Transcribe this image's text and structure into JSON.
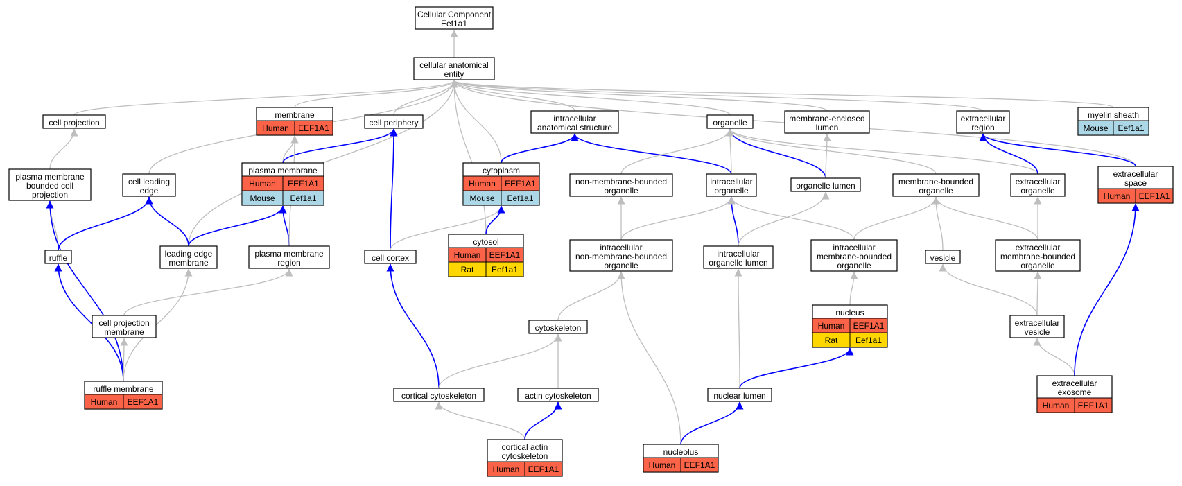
{
  "colors": {
    "human": "#fa6347",
    "mouse": "#acd7e6",
    "rat": "#ffd700",
    "is_a_edge": "#bebebe",
    "part_of_edge": "#0000ff",
    "node_border": "#000000"
  },
  "nodes": [
    {
      "id": "cc",
      "lines": [
        "Cellular Component",
        "Eef1a1"
      ],
      "rows": []
    },
    {
      "id": "cae",
      "lines": [
        "cellular anatomical",
        "entity"
      ],
      "rows": []
    },
    {
      "id": "cellproj",
      "lines": [
        "cell projection"
      ],
      "rows": []
    },
    {
      "id": "membrane",
      "lines": [
        "membrane"
      ],
      "rows": [
        {
          "species": "Human",
          "gene": "EEF1A1"
        }
      ]
    },
    {
      "id": "periphery",
      "lines": [
        "cell periphery"
      ],
      "rows": []
    },
    {
      "id": "ias",
      "lines": [
        "intracellular",
        "anatomical structure"
      ],
      "rows": []
    },
    {
      "id": "organelle",
      "lines": [
        "organelle"
      ],
      "rows": []
    },
    {
      "id": "melumen",
      "lines": [
        "membrane-enclosed",
        "lumen"
      ],
      "rows": []
    },
    {
      "id": "extreg",
      "lines": [
        "extracellular",
        "region"
      ],
      "rows": []
    },
    {
      "id": "myelin",
      "lines": [
        "myelin sheath"
      ],
      "rows": [
        {
          "species": "Mouse",
          "gene": "Eef1a1"
        }
      ]
    },
    {
      "id": "pmbcp",
      "lines": [
        "plasma membrane",
        "bounded cell",
        "projection"
      ],
      "rows": []
    },
    {
      "id": "cle",
      "lines": [
        "cell leading",
        "edge"
      ],
      "rows": []
    },
    {
      "id": "pm",
      "lines": [
        "plasma membrane"
      ],
      "rows": [
        {
          "species": "Human",
          "gene": "EEF1A1"
        },
        {
          "species": "Mouse",
          "gene": "Eef1a1"
        }
      ]
    },
    {
      "id": "cytoplasm",
      "lines": [
        "cytoplasm"
      ],
      "rows": [
        {
          "species": "Human",
          "gene": "EEF1A1"
        },
        {
          "species": "Mouse",
          "gene": "Eef1a1"
        }
      ]
    },
    {
      "id": "nmbo",
      "lines": [
        "non-membrane-bounded",
        "organelle"
      ],
      "rows": []
    },
    {
      "id": "io",
      "lines": [
        "intracellular",
        "organelle"
      ],
      "rows": []
    },
    {
      "id": "olumen",
      "lines": [
        "organelle lumen"
      ],
      "rows": []
    },
    {
      "id": "mbo",
      "lines": [
        "membrane-bounded",
        "organelle"
      ],
      "rows": []
    },
    {
      "id": "eo",
      "lines": [
        "extracellular",
        "organelle"
      ],
      "rows": []
    },
    {
      "id": "es",
      "lines": [
        "extracellular",
        "space"
      ],
      "rows": [
        {
          "species": "Human",
          "gene": "EEF1A1"
        }
      ]
    },
    {
      "id": "ruffle",
      "lines": [
        "ruffle"
      ],
      "rows": []
    },
    {
      "id": "lem",
      "lines": [
        "leading edge",
        "membrane"
      ],
      "rows": []
    },
    {
      "id": "pmr",
      "lines": [
        "plasma membrane",
        "region"
      ],
      "rows": []
    },
    {
      "id": "cortex",
      "lines": [
        "cell cortex"
      ],
      "rows": []
    },
    {
      "id": "cytosol",
      "lines": [
        "cytosol"
      ],
      "rows": [
        {
          "species": "Human",
          "gene": "EEF1A1"
        },
        {
          "species": "Rat",
          "gene": "Eef1a1"
        }
      ]
    },
    {
      "id": "inmbo",
      "lines": [
        "intracellular",
        "non-membrane-bounded",
        "organelle"
      ],
      "rows": []
    },
    {
      "id": "iol",
      "lines": [
        "intracellular",
        "organelle lumen"
      ],
      "rows": []
    },
    {
      "id": "imbo",
      "lines": [
        "intracellular",
        "membrane-bounded",
        "organelle"
      ],
      "rows": []
    },
    {
      "id": "vesicle",
      "lines": [
        "vesicle"
      ],
      "rows": []
    },
    {
      "id": "embo",
      "lines": [
        "extracellular",
        "membrane-bounded",
        "organelle"
      ],
      "rows": []
    },
    {
      "id": "cpm",
      "lines": [
        "cell projection",
        "membrane"
      ],
      "rows": []
    },
    {
      "id": "cytoskeleton",
      "lines": [
        "cytoskeleton"
      ],
      "rows": []
    },
    {
      "id": "nucleus",
      "lines": [
        "nucleus"
      ],
      "rows": [
        {
          "species": "Human",
          "gene": "EEF1A1"
        },
        {
          "species": "Rat",
          "gene": "Eef1a1"
        }
      ]
    },
    {
      "id": "ev",
      "lines": [
        "extracellular",
        "vesicle"
      ],
      "rows": []
    },
    {
      "id": "rm",
      "lines": [
        "ruffle membrane"
      ],
      "rows": [
        {
          "species": "Human",
          "gene": "EEF1A1"
        }
      ]
    },
    {
      "id": "cortcyto",
      "lines": [
        "cortical cytoskeleton"
      ],
      "rows": []
    },
    {
      "id": "actin",
      "lines": [
        "actin cytoskeleton"
      ],
      "rows": []
    },
    {
      "id": "nlumen",
      "lines": [
        "nuclear lumen"
      ],
      "rows": []
    },
    {
      "id": "exosome",
      "lines": [
        "extracellular",
        "exosome"
      ],
      "rows": [
        {
          "species": "Human",
          "gene": "EEF1A1"
        }
      ]
    },
    {
      "id": "cac",
      "lines": [
        "cortical actin",
        "cytoskeleton"
      ],
      "rows": [
        {
          "species": "Human",
          "gene": "EEF1A1"
        }
      ]
    },
    {
      "id": "nucleolus",
      "lines": [
        "nucleolus"
      ],
      "rows": [
        {
          "species": "Human",
          "gene": "EEF1A1"
        }
      ]
    }
  ],
  "edges": [
    {
      "type": "is_a",
      "from": "cae",
      "to": "cc"
    },
    {
      "type": "is_a",
      "from": "cellproj",
      "to": "cae"
    },
    {
      "type": "is_a",
      "from": "membrane",
      "to": "cae"
    },
    {
      "type": "is_a",
      "from": "periphery",
      "to": "cae"
    },
    {
      "type": "is_a",
      "from": "ias",
      "to": "cae"
    },
    {
      "type": "is_a",
      "from": "organelle",
      "to": "cae"
    },
    {
      "type": "is_a",
      "from": "melumen",
      "to": "cae"
    },
    {
      "type": "is_a",
      "from": "extreg",
      "to": "cae"
    },
    {
      "type": "is_a",
      "from": "myelin",
      "to": "cae"
    },
    {
      "type": "is_a",
      "from": "cle",
      "to": "cae"
    },
    {
      "type": "is_a",
      "from": "lem",
      "to": "cae"
    },
    {
      "type": "is_a",
      "from": "cytoplasm",
      "to": "cae"
    },
    {
      "type": "is_a",
      "from": "cytosol",
      "to": "cae"
    },
    {
      "type": "is_a",
      "from": "es",
      "to": "cae"
    },
    {
      "type": "is_a",
      "from": "pmbcp",
      "to": "cellproj"
    },
    {
      "type": "is_a",
      "from": "pm",
      "to": "membrane"
    },
    {
      "type": "part_of",
      "from": "pm",
      "to": "periphery"
    },
    {
      "type": "part_of",
      "from": "cortex",
      "to": "periphery"
    },
    {
      "type": "part_of",
      "from": "cytoplasm",
      "to": "ias"
    },
    {
      "type": "part_of",
      "from": "io",
      "to": "ias"
    },
    {
      "type": "is_a",
      "from": "nmbo",
      "to": "organelle"
    },
    {
      "type": "is_a",
      "from": "io",
      "to": "organelle"
    },
    {
      "type": "part_of",
      "from": "olumen",
      "to": "organelle"
    },
    {
      "type": "is_a",
      "from": "mbo",
      "to": "organelle"
    },
    {
      "type": "is_a",
      "from": "eo",
      "to": "organelle"
    },
    {
      "type": "is_a",
      "from": "olumen",
      "to": "melumen"
    },
    {
      "type": "part_of",
      "from": "eo",
      "to": "extreg"
    },
    {
      "type": "part_of",
      "from": "es",
      "to": "extreg"
    },
    {
      "type": "is_a",
      "from": "ruffle",
      "to": "pmbcp"
    },
    {
      "type": "part_of",
      "from": "rm",
      "to": "pmbcp"
    },
    {
      "type": "part_of",
      "from": "ruffle",
      "to": "cle"
    },
    {
      "type": "part_of",
      "from": "lem",
      "to": "cle"
    },
    {
      "type": "part_of",
      "from": "lem",
      "to": "pm"
    },
    {
      "type": "part_of",
      "from": "pmr",
      "to": "pm"
    },
    {
      "type": "is_a",
      "from": "pmr",
      "to": "membrane"
    },
    {
      "type": "is_a",
      "from": "cortex",
      "to": "cytoplasm"
    },
    {
      "type": "part_of",
      "from": "cytosol",
      "to": "cytoplasm"
    },
    {
      "type": "is_a",
      "from": "inmbo",
      "to": "nmbo"
    },
    {
      "type": "is_a",
      "from": "inmbo",
      "to": "io"
    },
    {
      "type": "part_of",
      "from": "iol",
      "to": "io"
    },
    {
      "type": "is_a",
      "from": "imbo",
      "to": "io"
    },
    {
      "type": "is_a",
      "from": "iol",
      "to": "olumen"
    },
    {
      "type": "is_a",
      "from": "imbo",
      "to": "mbo"
    },
    {
      "type": "is_a",
      "from": "vesicle",
      "to": "mbo"
    },
    {
      "type": "is_a",
      "from": "embo",
      "to": "mbo"
    },
    {
      "type": "is_a",
      "from": "embo",
      "to": "eo"
    },
    {
      "type": "part_of",
      "from": "rm",
      "to": "ruffle"
    },
    {
      "type": "is_a",
      "from": "rm",
      "to": "cpm"
    },
    {
      "type": "is_a",
      "from": "rm",
      "to": "lem"
    },
    {
      "type": "is_a",
      "from": "cpm",
      "to": "pmr"
    },
    {
      "type": "part_of",
      "from": "cortcyto",
      "to": "cortex"
    },
    {
      "type": "is_a",
      "from": "cytoskeleton",
      "to": "inmbo"
    },
    {
      "type": "is_a",
      "from": "nucleolus",
      "to": "inmbo"
    },
    {
      "type": "is_a",
      "from": "nlumen",
      "to": "iol"
    },
    {
      "type": "is_a",
      "from": "nucleus",
      "to": "imbo"
    },
    {
      "type": "is_a",
      "from": "ev",
      "to": "vesicle"
    },
    {
      "type": "is_a",
      "from": "ev",
      "to": "embo"
    },
    {
      "type": "is_a",
      "from": "cortcyto",
      "to": "cytoskeleton"
    },
    {
      "type": "is_a",
      "from": "actin",
      "to": "cytoskeleton"
    },
    {
      "type": "part_of",
      "from": "nlumen",
      "to": "nucleus"
    },
    {
      "type": "is_a",
      "from": "exosome",
      "to": "ev"
    },
    {
      "type": "part_of",
      "from": "exosome",
      "to": "es"
    },
    {
      "type": "is_a",
      "from": "cac",
      "to": "cortcyto"
    },
    {
      "type": "part_of",
      "from": "cac",
      "to": "actin"
    },
    {
      "type": "part_of",
      "from": "nucleolus",
      "to": "nlumen"
    }
  ]
}
